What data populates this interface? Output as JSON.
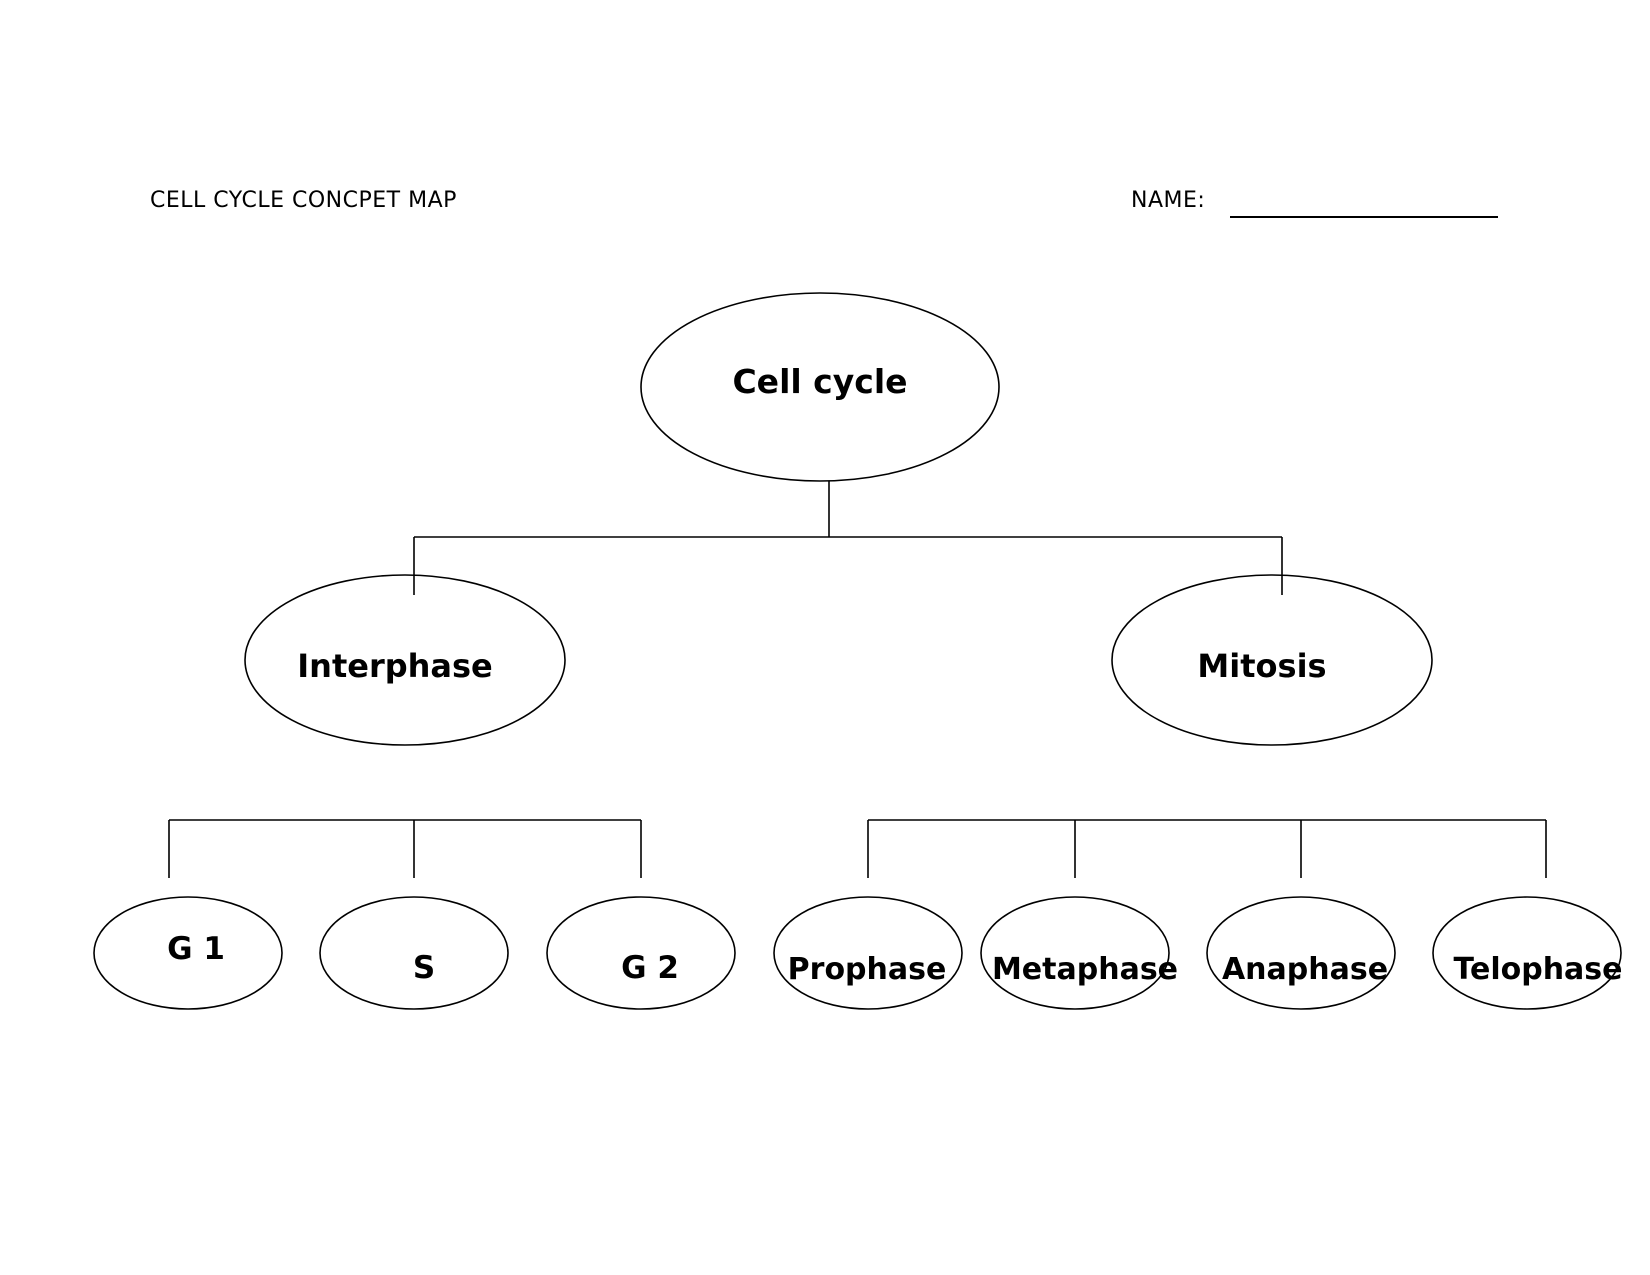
{
  "document": {
    "title": "CELL CYCLE CONCPET MAP",
    "name_label": "NAME:"
  },
  "concept_map": {
    "root": "Cell cycle",
    "branches": [
      {
        "label": "Interphase",
        "children": [
          "G 1",
          "S",
          "G 2"
        ]
      },
      {
        "label": "Mitosis",
        "children": [
          "Prophase",
          "Metaphase",
          "Anaphase",
          "Telophase"
        ]
      }
    ]
  }
}
